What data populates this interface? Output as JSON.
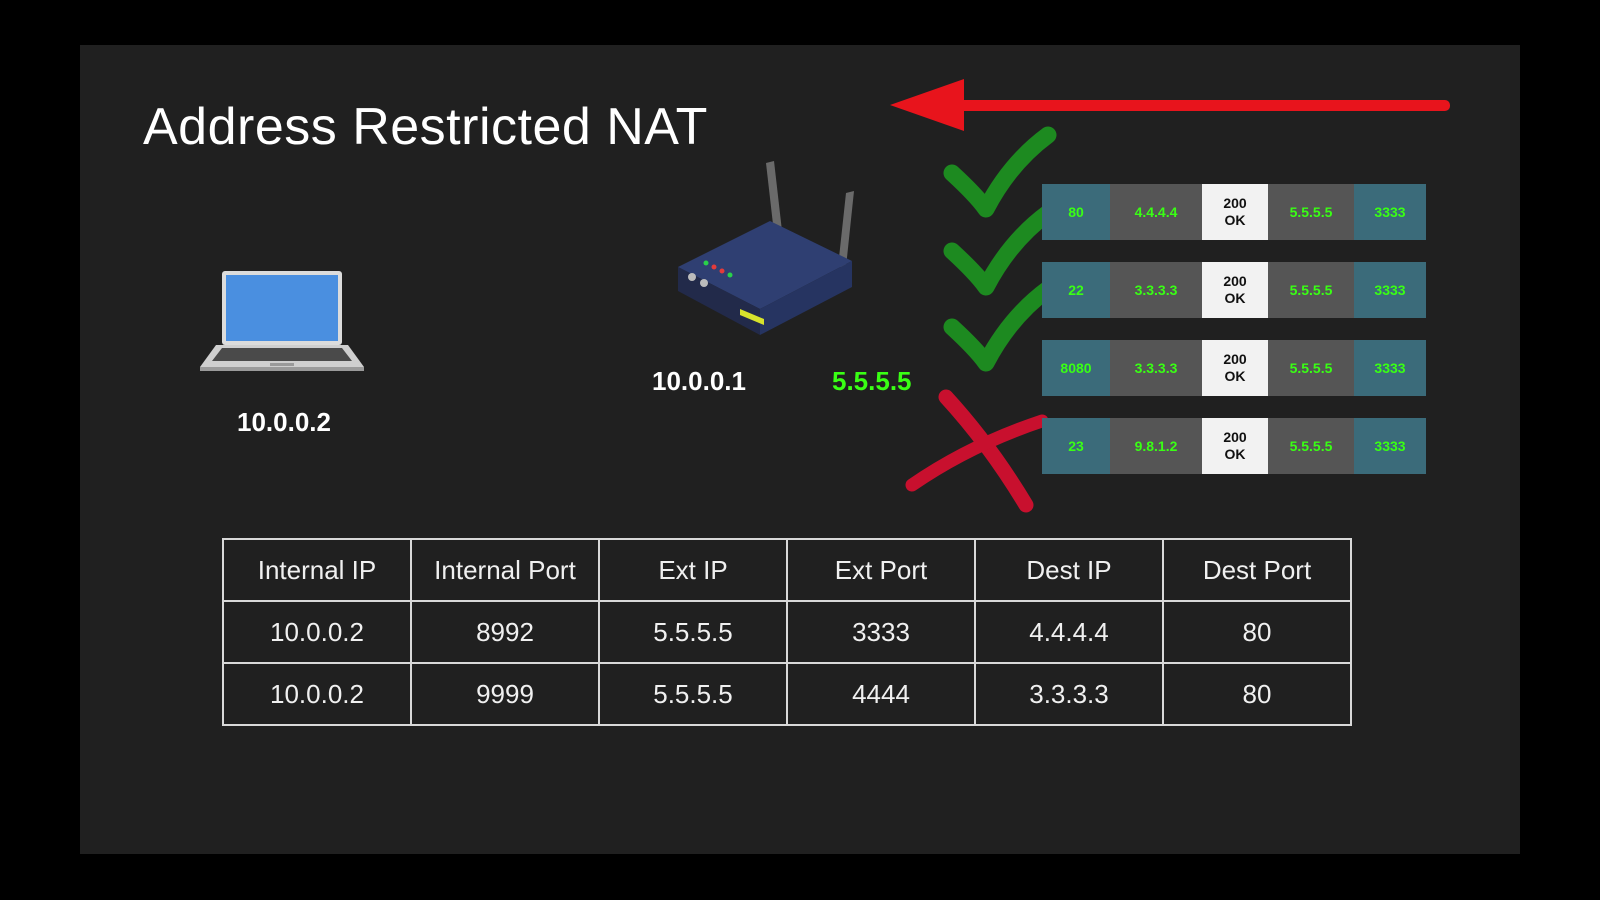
{
  "slide": {
    "title": "Address Restricted NAT"
  },
  "laptop": {
    "ip": "10.0.0.2"
  },
  "router": {
    "internal_ip": "10.0.0.1",
    "external_ip": "5.5.5.5"
  },
  "colors": {
    "slide_background": "#202020",
    "external_ip_text": "#39ff14",
    "arrow": "#e8141c",
    "check": "#1d8a20",
    "cross": "#c8102e",
    "port_cell": "#3b6b7a",
    "ip_cell": "#555555",
    "payload_cell": "#f2f2f2"
  },
  "packets": [
    {
      "src_port": "80",
      "src_ip": "4.4.4.4",
      "payload_line1": "200",
      "payload_line2": "OK",
      "dest_ip": "5.5.5.5",
      "dest_port": "3333",
      "status": "accepted",
      "status_icon": "check-icon"
    },
    {
      "src_port": "22",
      "src_ip": "3.3.3.3",
      "payload_line1": "200",
      "payload_line2": "OK",
      "dest_ip": "5.5.5.5",
      "dest_port": "3333",
      "status": "accepted",
      "status_icon": "check-icon"
    },
    {
      "src_port": "8080",
      "src_ip": "3.3.3.3",
      "payload_line1": "200",
      "payload_line2": "OK",
      "dest_ip": "5.5.5.5",
      "dest_port": "3333",
      "status": "accepted",
      "status_icon": "check-icon"
    },
    {
      "src_port": "23",
      "src_ip": "9.8.1.2",
      "payload_line1": "200",
      "payload_line2": "OK",
      "dest_ip": "5.5.5.5",
      "dest_port": "3333",
      "status": "rejected",
      "status_icon": "cross-icon"
    }
  ],
  "nat_table": {
    "headers": [
      "Internal IP",
      "Internal Port",
      "Ext IP",
      "Ext Port",
      "Dest IP",
      "Dest Port"
    ],
    "rows": [
      [
        "10.0.0.2",
        "8992",
        "5.5.5.5",
        "3333",
        "4.4.4.4",
        "80"
      ],
      [
        "10.0.0.2",
        "9999",
        "5.5.5.5",
        "4444",
        "3.3.3.3",
        "80"
      ]
    ]
  }
}
